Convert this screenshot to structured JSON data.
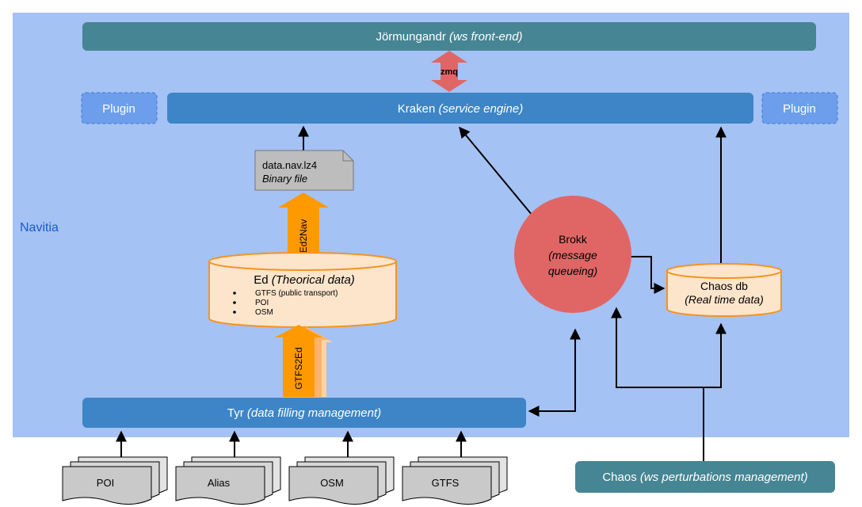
{
  "colors": {
    "background_region": "#a4c2f4",
    "front_end": "#468593",
    "engine": "#3d85c6",
    "plugin": "#6d9eeb",
    "brokk": "#e06666",
    "db_fill": "#fde5cc",
    "db_stroke": "#f69321",
    "arrow_orange": "#ff9900",
    "file_gray": "#bdbdbd"
  },
  "region": {
    "label": "Navitia"
  },
  "jormungandr": {
    "name": "Jörmungandr",
    "desc": "(ws front-end)"
  },
  "zmq": {
    "label": "zmq"
  },
  "kraken": {
    "name": "Kraken",
    "desc": "(service engine)"
  },
  "plugins": {
    "left": "Plugin",
    "right": "Plugin"
  },
  "data_file": {
    "name": "data.nav.lz4",
    "desc": "Binary file"
  },
  "ed2nav": {
    "label": "Ed2Nav"
  },
  "ed": {
    "name": "Ed",
    "desc": "(Theorical data)",
    "items": [
      "GTFS (public transport)",
      "POI",
      "OSM"
    ]
  },
  "gtfs2ed": {
    "label": "GTFS2Ed"
  },
  "tyr": {
    "name": "Tyr",
    "desc": "(data filling management)"
  },
  "brokk": {
    "line1": "Brokk",
    "line2": "(message",
    "line3": "queueing)"
  },
  "chaos_db": {
    "name": "Chaos db",
    "desc": "(Real time data)"
  },
  "inputs": [
    "POI",
    "Alias",
    "OSM",
    "GTFS"
  ],
  "chaos": {
    "name": "Chaos",
    "desc": "(ws perturbations management)"
  }
}
